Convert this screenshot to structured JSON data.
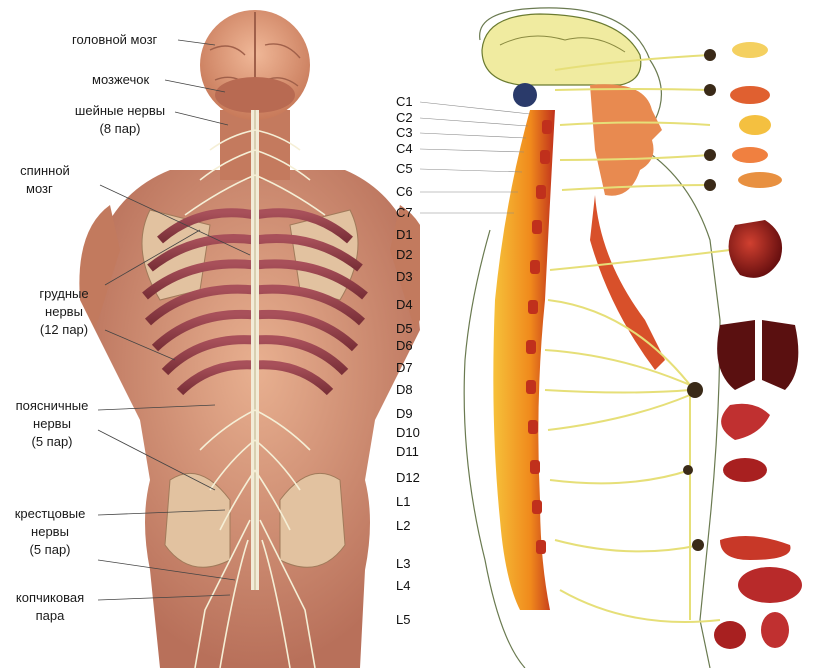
{
  "left_figure": {
    "labels": {
      "brain": "головной мозг",
      "cerebellum": "мозжечок",
      "cervical_1": "шейные нервы",
      "cervical_2": "(8 пар)",
      "spinal_1": "спинной",
      "spinal_2": "мозг",
      "thoracic_1": "грудные",
      "thoracic_2": "нервы",
      "thoracic_3": "(12 пар)",
      "lumbar_1": "поясничные",
      "lumbar_2": "нервы",
      "lumbar_3": "(5 пар)",
      "sacral_1": "крестцовые",
      "sacral_2": "нервы",
      "sacral_3": "(5 пар)",
      "coccygeal_1": "копчиковая",
      "coccygeal_2": "пара"
    }
  },
  "right_figure": {
    "segments": [
      "C1",
      "C2",
      "C3",
      "C4",
      "C5",
      "C6",
      "C7",
      "D1",
      "D2",
      "D3",
      "D4",
      "D5",
      "D6",
      "D7",
      "D8",
      "D9",
      "D10",
      "D11",
      "D12",
      "L1",
      "L2",
      "L3",
      "L4",
      "L5"
    ]
  },
  "colors": {
    "skin": "#d89a78",
    "muscle": "#b8574a",
    "bone": "#e8c9a0",
    "nerve": "#f4eeb0",
    "spine_orange": "#f08a1c",
    "spine_red": "#c0301c",
    "organ_red": "#9a1a1a",
    "yellow_nerve": "#e8e070"
  }
}
